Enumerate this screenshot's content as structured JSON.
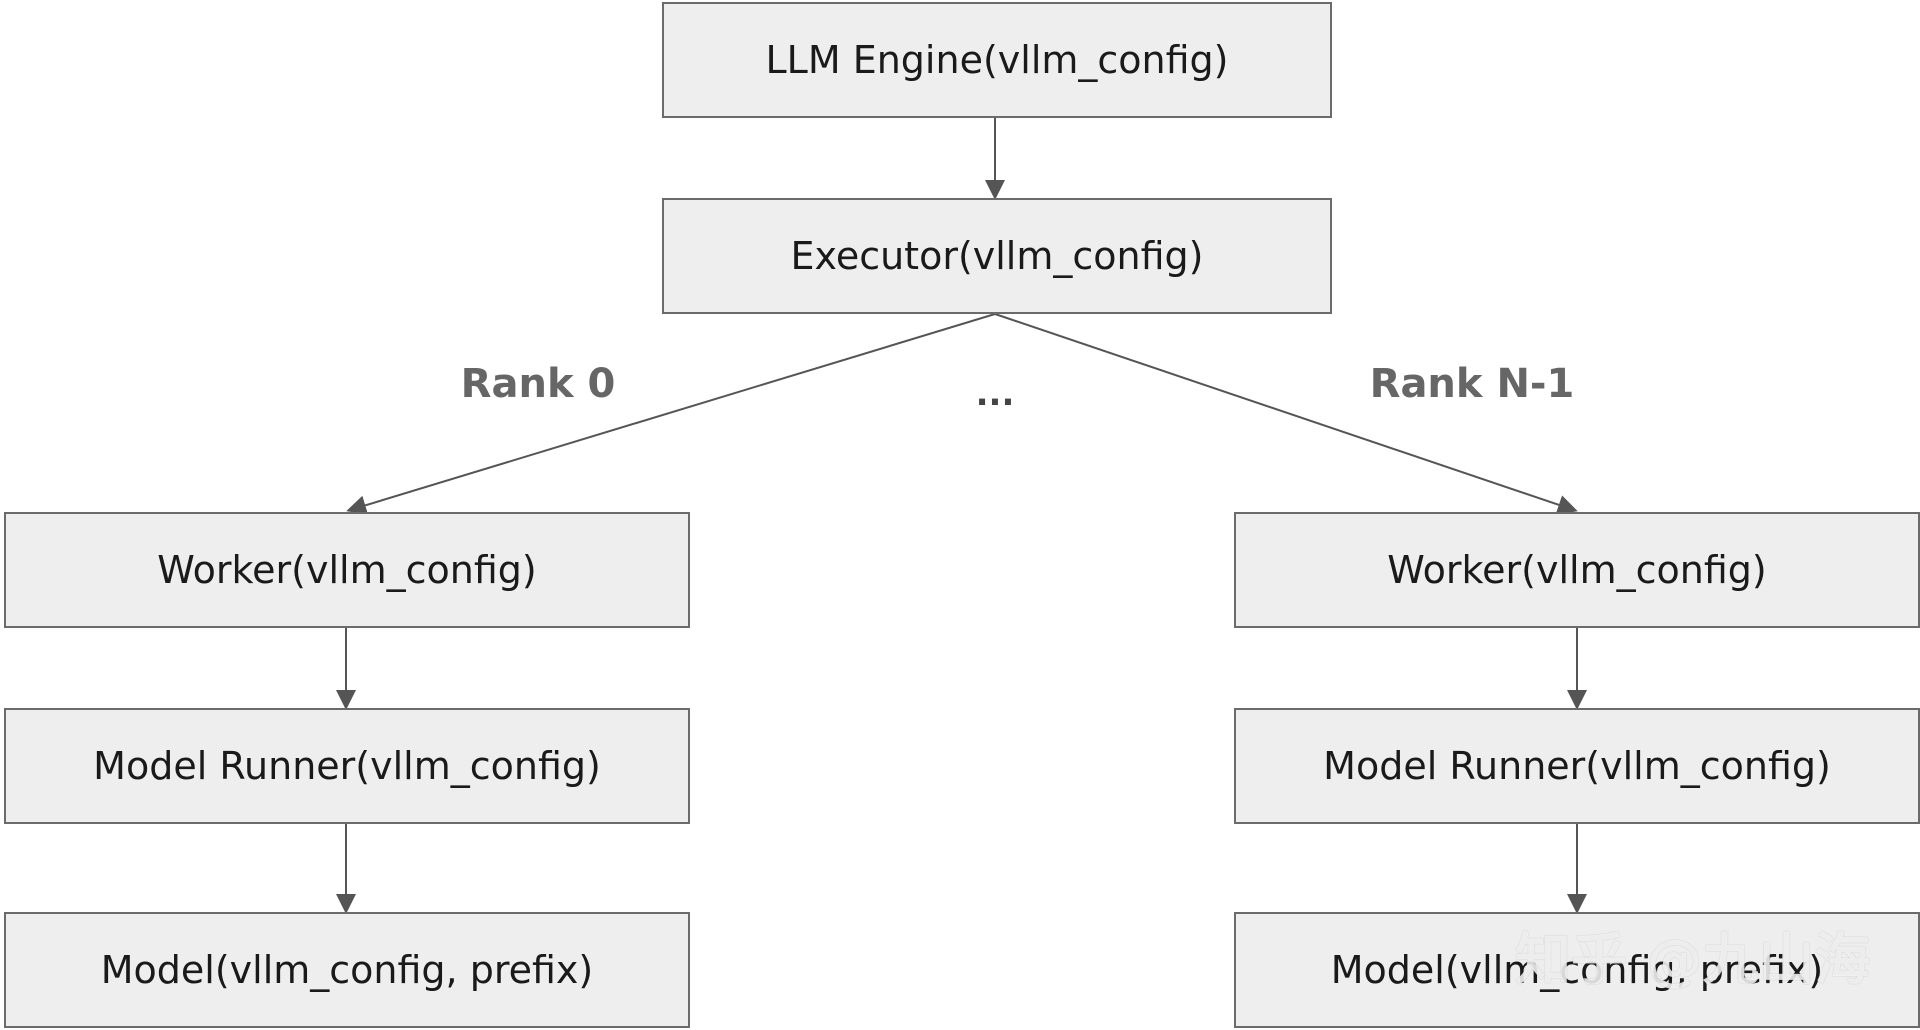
{
  "nodes": {
    "llm_engine": "LLM Engine(vllm_config)",
    "executor": "Executor(vllm_config)",
    "worker_rank_0": "Worker(vllm_config)",
    "model_runner_rank_0": "Model Runner(vllm_config)",
    "model_rank_0": "Model(vllm_config, prefix)",
    "worker_rank_n1": "Worker(vllm_config)",
    "model_runner_rank_n1": "Model Runner(vllm_config)",
    "model_rank_n1": "Model(vllm_config, prefix)"
  },
  "edge_labels": {
    "rank_0": "Rank 0",
    "ellipsis": "...",
    "rank_n1": "Rank N-1"
  },
  "watermark": "知乎 @九山海",
  "colors": {
    "node_fill": "#eeeeee",
    "node_border": "#6b6b6b",
    "edge": "#555555",
    "label": "#666666"
  }
}
